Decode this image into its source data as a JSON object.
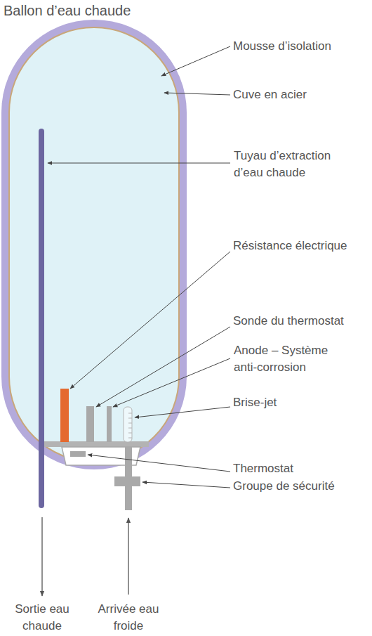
{
  "diagram": {
    "title": "Ballon d’eau chaude",
    "labels": [
      "Mousse d’isolation",
      "Cuve en acier",
      "Tuyau d’extraction d’eau chaude",
      "Résistance électrique",
      "Sonde du thermostat",
      "Anode – Système anti-corrosion",
      "Brise-jet",
      "Thermostat",
      "Groupe de sécurité",
      "Sortie eau chaude",
      "Arrivée eau froide"
    ]
  }
}
